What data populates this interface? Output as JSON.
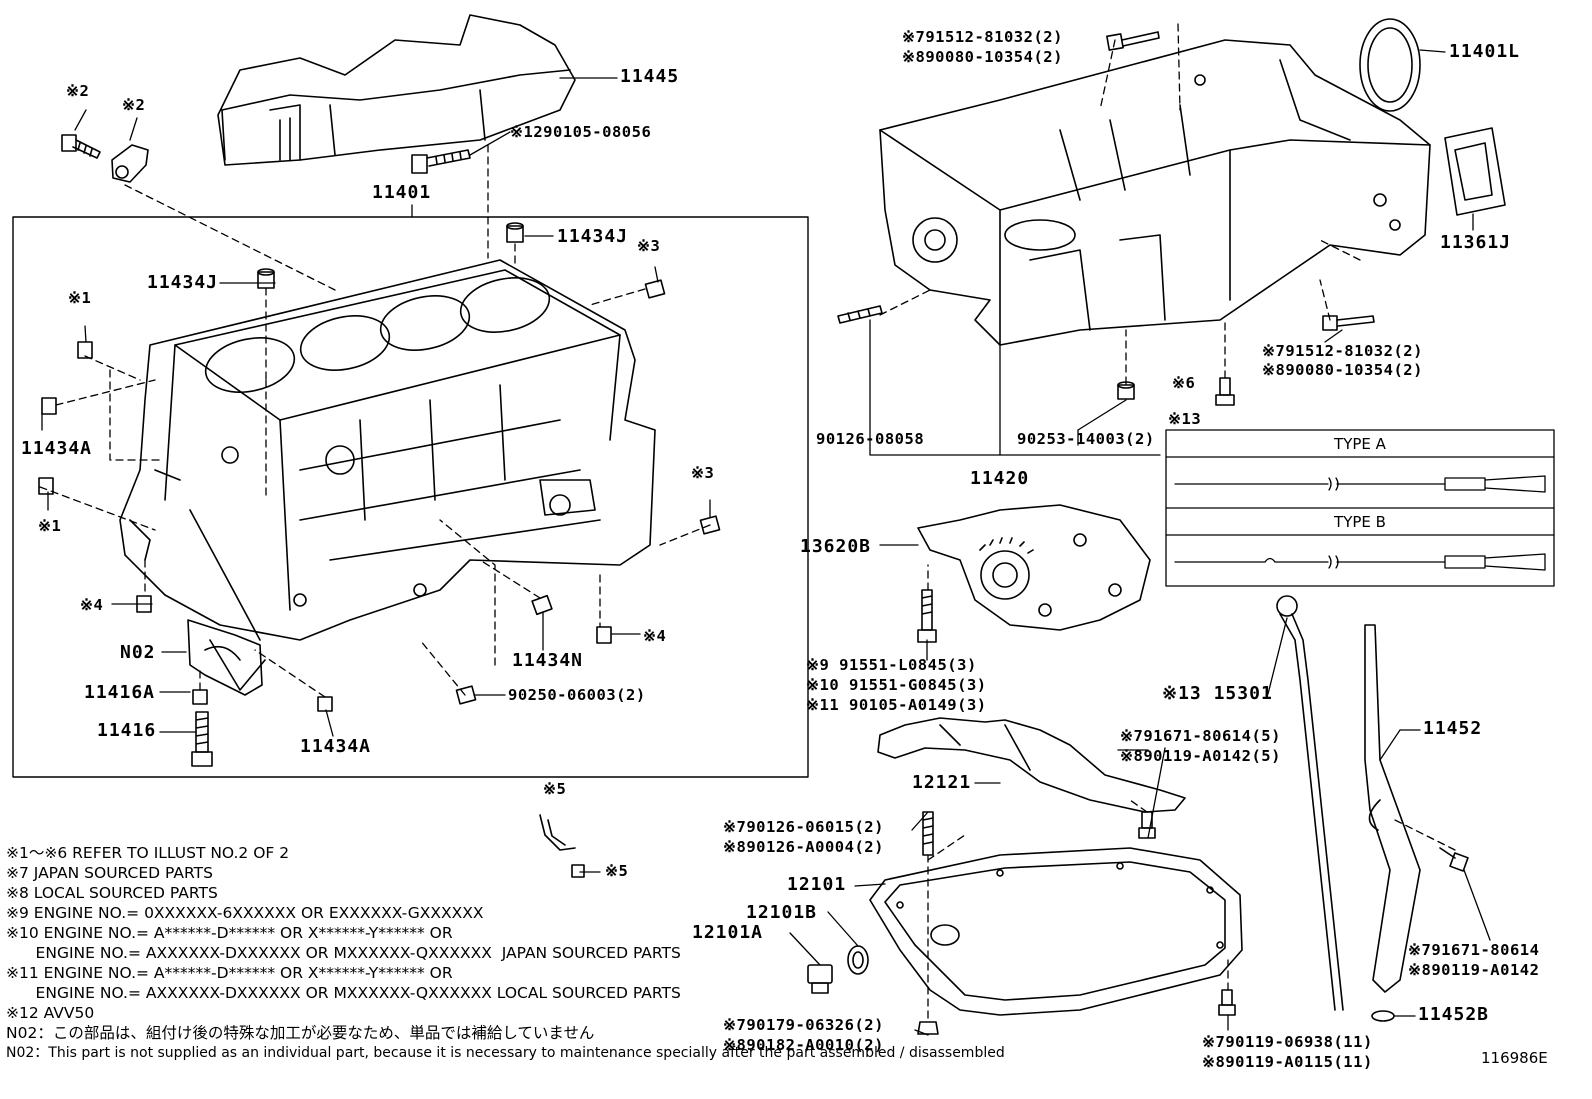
{
  "labels": {
    "p11445": "11445",
    "mark2_bolt": "※2",
    "mark2_bracket": "※2",
    "p12_bolt": "※1290105-08056",
    "p11401": "11401",
    "p11434J_top": "11434J",
    "mark3_top": "※3",
    "p11434J_left": "11434J",
    "mark1_top": "※1",
    "p11434A_left": "11434A",
    "mark1_bottom": "※1",
    "mark3_right": "※3",
    "mark4_left": "※4",
    "mark4_right": "※4",
    "pN02": "N02",
    "p11434N": "11434N",
    "p11416A": "11416A",
    "p90250": "90250-06003(2)",
    "p11416": "11416",
    "p11434A_bottom": "11434A",
    "p791512_top_a": "※791512-81032(2)",
    "p791512_top_b": "※890080-10354(2)",
    "p11401L": "11401L",
    "p11361J": "11361J",
    "p791512_right_a": "※791512-81032(2)",
    "p791512_right_b": "※890080-10354(2)",
    "mark6": "※6",
    "mark13_box": "※13",
    "p90126": "90126-08058",
    "p90253": "90253-14003(2)",
    "p11420": "11420",
    "p13620B": "13620B",
    "p91551_a": "※9  91551-L0845(3)",
    "p91551_b": "※10 91551-G0845(3)",
    "p90105": "※11 90105-A0149(3)",
    "p15301": "※13 15301",
    "p11452": "11452",
    "p791671_a": "※791671-80614(5)",
    "p791671_b": "※890119-A0142(5)",
    "p12121": "12121",
    "mark5_top": "※5",
    "mark5_bottom": "※5",
    "p790126_a": "※790126-06015(2)",
    "p790126_b": "※890126-A0004(2)",
    "p12101": "12101",
    "p12101B": "12101B",
    "p12101A": "12101A",
    "p791671r_a": "※791671-80614",
    "p791671r_b": "※890119-A0142",
    "p11452B": "11452B",
    "p790179_a": "※790179-06326(2)",
    "p790179_b": "※890182-A0010(2)",
    "p790119_a": "※790119-06938(11)",
    "p790119_b": "※890119-A0115(11)",
    "figure_id": "116986E"
  },
  "type_box": {
    "type_a": "TYPE A",
    "type_b": "TYPE B"
  },
  "notes": [
    "※1～※6  REFER TO ILLUST NO.2 OF 2",
    "※7 JAPAN SOURCED PARTS",
    "※8 LOCAL SOURCED PARTS",
    "※9 ENGINE NO.= 0XXXXXX-6XXXXXX OR EXXXXXX-GXXXXXX",
    "※10 ENGINE NO.= A******-D****** OR X******-Y****** OR",
    "      ENGINE NO.= AXXXXXX-DXXXXXX OR MXXXXXX-QXXXXXX  JAPAN SOURCED PARTS",
    "※11 ENGINE NO.= A******-D****** OR X******-Y****** OR",
    "      ENGINE NO.= AXXXXXX-DXXXXXX OR MXXXXXX-QXXXXXX LOCAL SOURCED PARTS",
    "※12 AVV50",
    "N02：この部品は、組付け後の特殊な加工が必要なため、単品では補給していません",
    "N02：This part is not supplied as an individual part, because it is necessary to maintenance specially after the part assembled / disassembled"
  ]
}
